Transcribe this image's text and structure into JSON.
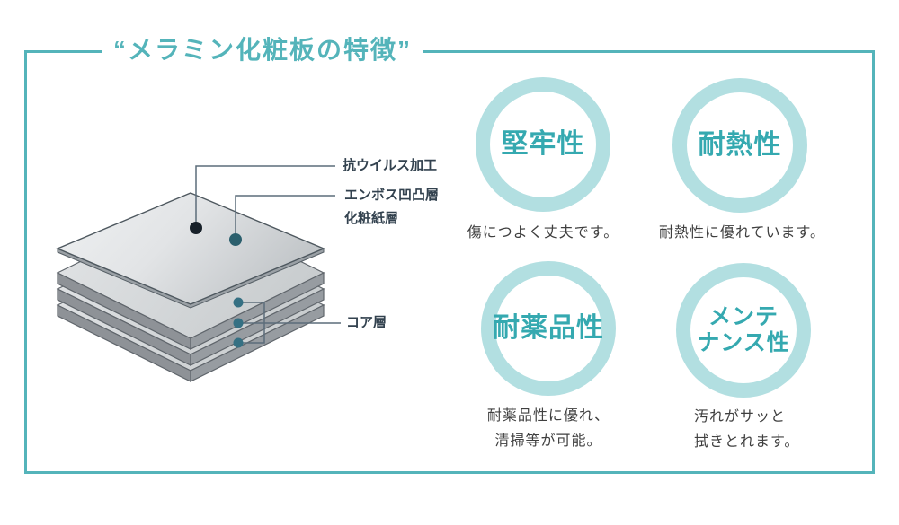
{
  "frame": {
    "title": "“メラミン化粧板の特徴”"
  },
  "colors": {
    "accent": "#54b4ba",
    "ring": "#b2dfe1",
    "feature-text": "#35a9b0",
    "caption-text": "#3f3f3f",
    "label-text": "#33424f",
    "line": "#5c6d7a"
  },
  "diagram": {
    "labels": {
      "antivirus": "抗ウイルス加工",
      "emboss": "エンボス凹凸層",
      "paper": "化粧紙層",
      "core": "コア層"
    }
  },
  "features": [
    {
      "name": "堅牢性",
      "title_lines": [
        "堅牢性"
      ],
      "caption_lines": [
        "傷につよく丈夫です。"
      ]
    },
    {
      "name": "耐熱性",
      "title_lines": [
        "耐熱性"
      ],
      "caption_lines": [
        "耐熱性に優れています。"
      ]
    },
    {
      "name": "耐薬品性",
      "title_lines": [
        "耐薬品性"
      ],
      "caption_lines": [
        "耐薬品性に優れ、",
        "清掃等が可能。"
      ]
    },
    {
      "name": "メンテナンス性",
      "title_lines": [
        "メンテ",
        "ナンス性"
      ],
      "caption_lines": [
        "汚れがサッと",
        "拭きとれます。"
      ]
    }
  ]
}
